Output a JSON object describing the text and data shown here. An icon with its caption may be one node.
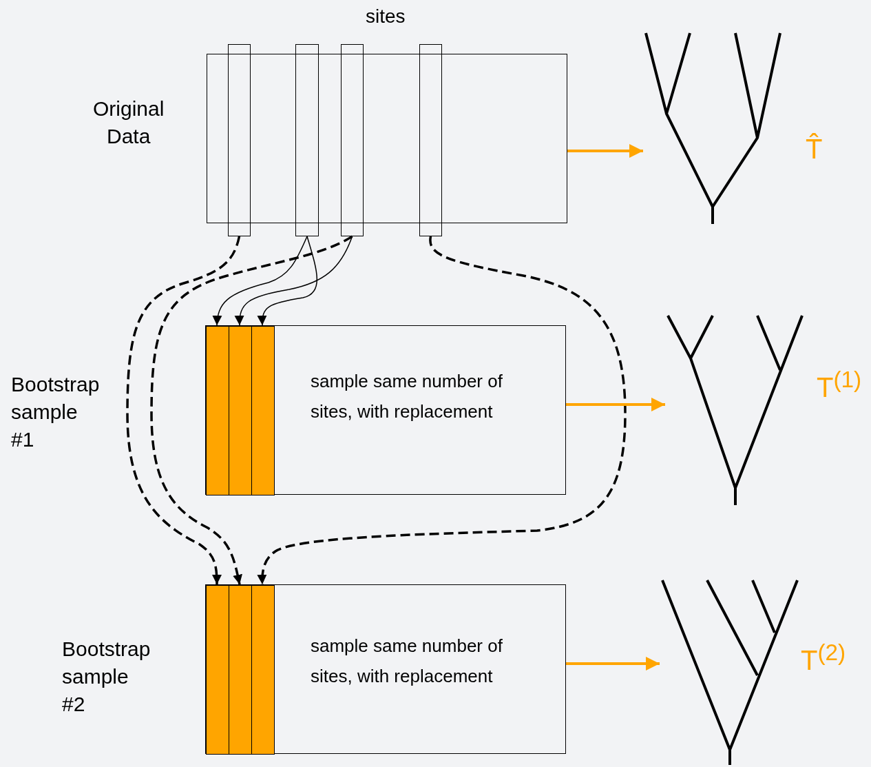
{
  "diagram": {
    "nodes": [
      {
        "text": [],
        "shape": "box",
        "beside": [
          "Original Data"
        ]
      },
      {
        "text": [],
        "shape": "bar"
      },
      {
        "text": [],
        "shape": "bar"
      },
      {
        "text": [],
        "shape": "bar"
      },
      {
        "text": [],
        "shape": "bar"
      },
      {
        "text": [
          "sample same number of sites, with replacement"
        ]
      },
      {
        "text": [],
        "shape": "bar",
        "in": 5
      },
      {
        "text": [],
        "shape": "bar",
        "in": 5
      },
      {
        "text": [],
        "shape": "bar",
        "in": 5
      },
      {
        "text": [
          "sample same number of sites, with replacement"
        ],
        "beside": [
          "Bootstrap sample #2"
        ]
      },
      {
        "text": [],
        "shape": "bar",
        "in": 9
      },
      {
        "text": [],
        "shape": "bar",
        "in": 9
      },
      {
        "text": [],
        "shape": "bar",
        "in": 9
      },
      {
        "text": [],
        "shape": "tree",
        "beside": [
          "T̂"
        ]
      },
      {
        "text": [],
        "shape": "tree",
        "beside": [
          "T$^{(1)}$"
        ]
      },
      {
        "text": [],
        "shape": "tree",
        "beside": [
          "T$^{(2)}$"
        ]
      }
    ],
    "edges": [
      {
        "from": 2,
        "to": 6,
        "arrow": "to"
      },
      {
        "from": 3,
        "to": 7,
        "arrow": "to"
      },
      {
        "from": 2,
        "to": 8,
        "arrow": "to"
      },
      {
        "from": 1,
        "to": 10,
        "arrow": "to",
        "style": "dashed"
      },
      {
        "from": 3,
        "to": 11,
        "arrow": "to",
        "style": "dashed"
      },
      {
        "from": 4,
        "to": 12,
        "arrow": "to",
        "style": "dashed"
      },
      {
        "from": 0,
        "to": 13,
        "arrow": "to",
        "color": "#ffa500"
      },
      {
        "from": 5,
        "to": 14,
        "arrow": "to",
        "color": "#ffa500"
      },
      {
        "from": 9,
        "to": 15,
        "arrow": "to",
        "color": "#ffa500"
      }
    ],
    "labels": [
      "sites",
      "Bootstrap sample #1"
    ]
  }
}
